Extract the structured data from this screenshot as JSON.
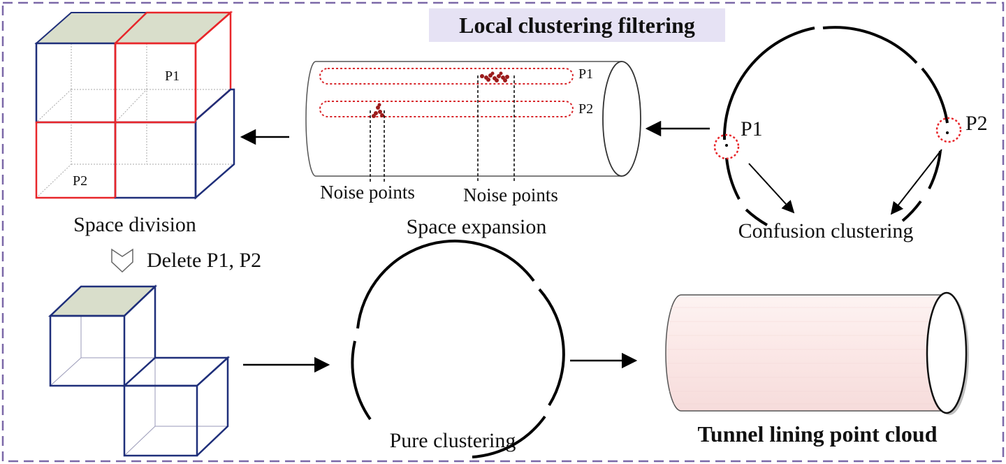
{
  "title": "Local clustering filtering",
  "labels": {
    "space_division": "Space division",
    "space_expansion": "Space expansion",
    "noise_points_left": "Noise points",
    "noise_points_right": "Noise points",
    "confusion_clustering": "Confusion clustering",
    "delete_step": "Delete P1, P2",
    "pure_clustering": "Pure clustering",
    "tunnel_point_cloud": "Tunnel lining point cloud"
  },
  "points": {
    "cube_p1": "P1",
    "cube_p2": "P2",
    "cyl_p1": "P1",
    "cyl_p2": "P2",
    "ring_p1": "P1",
    "ring_p2": "P2"
  },
  "colors": {
    "frame_dash": "#7b68a8",
    "title_bg": "#e6e2f4",
    "cube_red": "#e8262a",
    "cube_blue": "#1f2f7a",
    "cube_top": "#d9decb",
    "noise_red": "#c0282e",
    "noise_dot": "#9b1c1c",
    "tunnel_fill": "#fbe7e6"
  }
}
